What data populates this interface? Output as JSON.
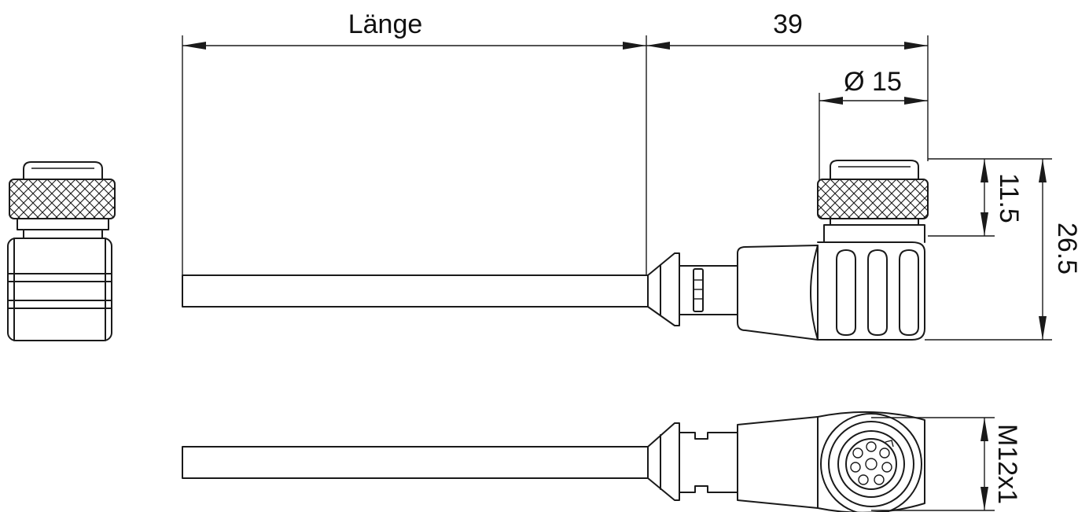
{
  "dimensions": {
    "length_label": "Länge",
    "connector_length": "39",
    "diameter": "Ø 15",
    "nut_height": "11.5",
    "total_height": "26.5",
    "thread": "M12x1"
  },
  "colors": {
    "line": "#1a1a1a",
    "background": "#ffffff"
  }
}
